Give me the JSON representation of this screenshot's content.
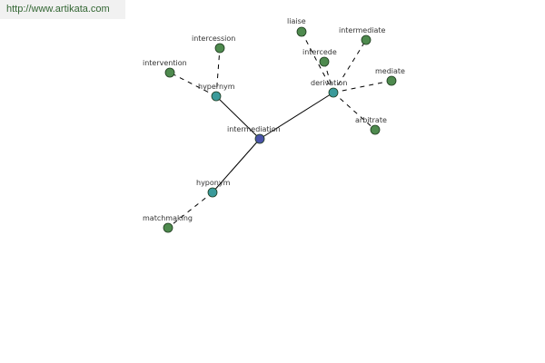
{
  "watermark": {
    "url_text": "http://www.artikata.com"
  },
  "colors": {
    "root": "#4a53a8",
    "relation": "#3a9a9a",
    "leaf": "#4e8a4e",
    "edge": "#000000"
  },
  "graph": {
    "nodes": [
      {
        "id": "intermediation",
        "label": "intermediation",
        "kind": "root"
      },
      {
        "id": "hypernym",
        "label": "hypernym",
        "kind": "relation"
      },
      {
        "id": "derivation",
        "label": "derivation",
        "kind": "relation"
      },
      {
        "id": "hyponym",
        "label": "hyponym",
        "kind": "relation"
      },
      {
        "id": "intercession",
        "label": "intercession",
        "kind": "leaf"
      },
      {
        "id": "intervention",
        "label": "intervention",
        "kind": "leaf"
      },
      {
        "id": "liaise",
        "label": "liaise",
        "kind": "leaf"
      },
      {
        "id": "intermediate",
        "label": "intermediate",
        "kind": "leaf"
      },
      {
        "id": "intercede",
        "label": "intercede",
        "kind": "leaf"
      },
      {
        "id": "mediate",
        "label": "mediate",
        "kind": "leaf"
      },
      {
        "id": "arbitrate",
        "label": "arbitrate",
        "kind": "leaf"
      },
      {
        "id": "matchmaking",
        "label": "matchmaking",
        "kind": "leaf"
      }
    ],
    "edges": [
      {
        "from": "intermediation",
        "to": "hypernym",
        "style": "solid"
      },
      {
        "from": "intermediation",
        "to": "derivation",
        "style": "solid"
      },
      {
        "from": "intermediation",
        "to": "hyponym",
        "style": "solid"
      },
      {
        "from": "hypernym",
        "to": "intercession",
        "style": "dashed"
      },
      {
        "from": "hypernym",
        "to": "intervention",
        "style": "dashed"
      },
      {
        "from": "derivation",
        "to": "liaise",
        "style": "dashed"
      },
      {
        "from": "derivation",
        "to": "intermediate",
        "style": "dashed"
      },
      {
        "from": "derivation",
        "to": "intercede",
        "style": "dashed"
      },
      {
        "from": "derivation",
        "to": "mediate",
        "style": "dashed"
      },
      {
        "from": "derivation",
        "to": "arbitrate",
        "style": "dashed"
      },
      {
        "from": "hyponym",
        "to": "matchmaking",
        "style": "dashed"
      }
    ]
  }
}
